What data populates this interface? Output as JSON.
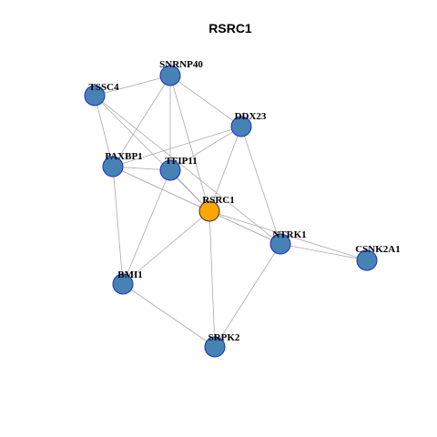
{
  "title": "RSRC1",
  "colors": {
    "node": "#4682b4",
    "center": "#ffa500",
    "edge": "#aaaaaa",
    "node_border": "#1a2fc4"
  },
  "center_node": "RSRC1",
  "nodes": [
    {
      "id": "SNRNP40",
      "label": "SNRNP40"
    },
    {
      "id": "TSSC4",
      "label": "TSSC4"
    },
    {
      "id": "DDX23",
      "label": "DDX23"
    },
    {
      "id": "PAXBP1",
      "label": "PAXBP1"
    },
    {
      "id": "TFIP11",
      "label": "TFIP11"
    },
    {
      "id": "RSRC1",
      "label": "RSRC1"
    },
    {
      "id": "NTRK1",
      "label": "NTRK1"
    },
    {
      "id": "CSNK2A1",
      "label": "CSNK2A1"
    },
    {
      "id": "BMI1",
      "label": "BMI1"
    },
    {
      "id": "SRPK2",
      "label": "SRPK2"
    }
  ],
  "edges": [
    [
      "TSSC4",
      "SNRNP40"
    ],
    [
      "TSSC4",
      "PAXBP1"
    ],
    [
      "TSSC4",
      "RSRC1"
    ],
    [
      "TSSC4",
      "NTRK1"
    ],
    [
      "SNRNP40",
      "DDX23"
    ],
    [
      "SNRNP40",
      "PAXBP1"
    ],
    [
      "SNRNP40",
      "TFIP11"
    ],
    [
      "SNRNP40",
      "RSRC1"
    ],
    [
      "DDX23",
      "PAXBP1"
    ],
    [
      "DDX23",
      "TFIP11"
    ],
    [
      "DDX23",
      "RSRC1"
    ],
    [
      "DDX23",
      "NTRK1"
    ],
    [
      "PAXBP1",
      "TFIP11"
    ],
    [
      "PAXBP1",
      "RSRC1"
    ],
    [
      "PAXBP1",
      "BMI1"
    ],
    [
      "PAXBP1",
      "NTRK1"
    ],
    [
      "TFIP11",
      "RSRC1"
    ],
    [
      "TFIP11",
      "BMI1"
    ],
    [
      "RSRC1",
      "NTRK1"
    ],
    [
      "RSRC1",
      "BMI1"
    ],
    [
      "RSRC1",
      "SRPK2"
    ],
    [
      "NTRK1",
      "CSNK2A1"
    ],
    [
      "NTRK1",
      "SRPK2"
    ],
    [
      "BMI1",
      "SRPK2"
    ],
    [
      "RSRC1",
      "CSNK2A1"
    ]
  ]
}
